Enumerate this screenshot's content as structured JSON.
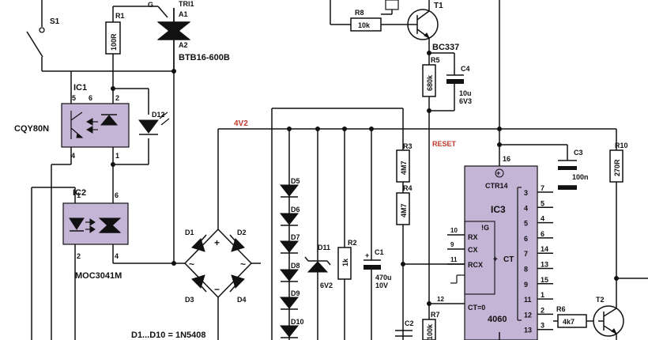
{
  "colors": {
    "ic_fill": "#c4b4d6",
    "wire": "#111111",
    "net_label": "#c0392b"
  },
  "switch": {
    "ref": "S1"
  },
  "triac": {
    "ref": "TRI1",
    "gate": "G",
    "a1": "A1",
    "a2": "A2",
    "part": "BTB16-600B"
  },
  "resistors": {
    "r1": {
      "ref": "R1",
      "value": "100R"
    },
    "r2": {
      "ref": "R2",
      "value": "1k"
    },
    "r3": {
      "ref": "R3",
      "value": "4M7"
    },
    "r4": {
      "ref": "R4",
      "value": "4M7"
    },
    "r5": {
      "ref": "R5",
      "value": "680k"
    },
    "r6": {
      "ref": "R6",
      "value": "4k7"
    },
    "r7": {
      "ref": "R7",
      "value": "100k"
    },
    "r8": {
      "ref": "R8",
      "value": "10k"
    },
    "r10": {
      "ref": "R10",
      "value": "270R"
    }
  },
  "capacitors": {
    "c1": {
      "ref": "C1",
      "value": "470u",
      "voltage": "10V"
    },
    "c2": {
      "ref": "C2"
    },
    "c3": {
      "ref": "C3",
      "value": "100n"
    },
    "c4": {
      "ref": "C4",
      "value": "10u",
      "voltage": "6V3"
    }
  },
  "transistors": {
    "t1": {
      "ref": "T1",
      "part": "BC337"
    },
    "t2": {
      "ref": "T2"
    }
  },
  "ic1": {
    "ref": "IC1",
    "part": "CQY80N",
    "pins": [
      "5",
      "6",
      "2",
      "4",
      "1"
    ]
  },
  "ic2": {
    "ref": "IC2",
    "part": "MOC3041M",
    "pins": [
      "1",
      "6",
      "2",
      "4"
    ]
  },
  "led": {
    "ref": "D12"
  },
  "bridge": {
    "diodes": [
      "D1",
      "D2",
      "D3",
      "D4"
    ],
    "plus": "+",
    "minus": "−",
    "ac": "~"
  },
  "diode_chain": [
    "D5",
    "D6",
    "D7",
    "D8",
    "D9",
    "D10"
  ],
  "zener": {
    "ref": "D11",
    "value": "6V2"
  },
  "diode_note": "D1...D10 = 1N5408",
  "nets": {
    "supply": "4V2",
    "reset": "RESET"
  },
  "ic3": {
    "ref": "IC3",
    "counter": "CTR14",
    "part": "4060",
    "supply_pin": "16",
    "bus_label": "CT",
    "inputs": [
      {
        "pin": "10",
        "name": "RX",
        "inv": "!G"
      },
      {
        "pin": "9",
        "name": "CX"
      },
      {
        "pin": "11",
        "name": "RCX"
      },
      {
        "pin": "12",
        "name": "CT=0"
      }
    ],
    "rcx_plus": "+",
    "outputs": [
      {
        "pin": "7",
        "bit": "3"
      },
      {
        "pin": "5",
        "bit": "4"
      },
      {
        "pin": "4",
        "bit": "5"
      },
      {
        "pin": "6",
        "bit": "6"
      },
      {
        "pin": "14",
        "bit": "7"
      },
      {
        "pin": "13",
        "bit": "8"
      },
      {
        "pin": "15",
        "bit": "9"
      },
      {
        "pin": "1",
        "bit": "11"
      },
      {
        "pin": "2",
        "bit": "12"
      },
      {
        "pin": "3",
        "bit": "13"
      }
    ]
  }
}
